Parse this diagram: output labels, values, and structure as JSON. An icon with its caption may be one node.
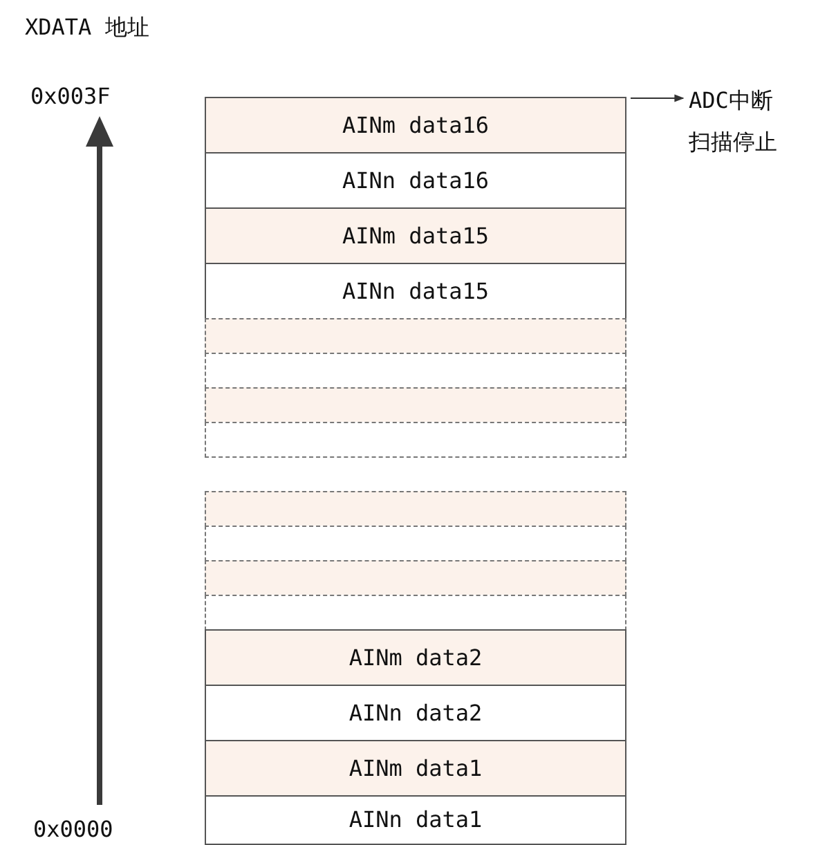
{
  "diagram": {
    "title": "XDATA 地址",
    "nodes": [
      {
        "text": [
          "AINm data16"
        ]
      },
      {
        "text": [
          "AINn data16"
        ]
      },
      {
        "text": [
          "AINm data15"
        ]
      },
      {
        "text": [
          "AINn data15"
        ]
      },
      {
        "text": [],
        "shape": "box"
      },
      {
        "text": [],
        "shape": "box"
      },
      {
        "text": [],
        "shape": "box"
      },
      {
        "text": [],
        "shape": "box"
      },
      {
        "text": [],
        "shape": "box"
      },
      {
        "text": [],
        "shape": "box"
      },
      {
        "text": [],
        "shape": "box"
      },
      {
        "text": [],
        "shape": "box"
      },
      {
        "text": [
          "AINm data2"
        ]
      },
      {
        "text": [
          "AINn data2"
        ]
      },
      {
        "text": [
          "AINm data1"
        ]
      },
      {
        "text": [
          "AINn data1"
        ]
      },
      {
        "text": [
          "ADC中断扫描停止"
        ]
      }
    ],
    "edges": [
      {
        "from": 0,
        "to": 16,
        "arrow": "to"
      }
    ],
    "labels": [
      "0x003F",
      "0x0000"
    ]
  }
}
